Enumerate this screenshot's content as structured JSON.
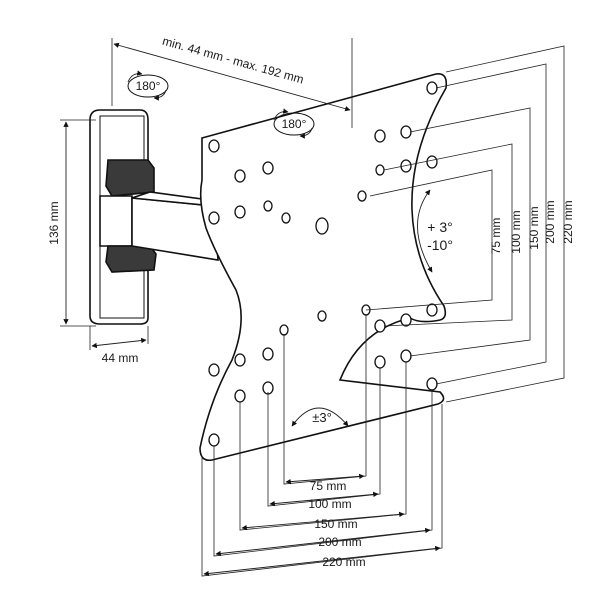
{
  "labels": {
    "arm_range": "min. 44 mm - max. 192 mm",
    "swivel_wall": "180°",
    "swivel_plate": "180°",
    "tilt": [
      "+ 3°",
      "-10°"
    ],
    "rotation": "±3°",
    "bracket_height": "136 mm",
    "bracket_width": "44 mm"
  },
  "vesa_vertical": [
    "75 mm",
    "100 mm",
    "150 mm",
    "200 mm",
    "220 mm"
  ],
  "vesa_horizontal": [
    "75 mm",
    "100 mm",
    "150 mm",
    "200 mm",
    "220 mm"
  ],
  "colors": {
    "line": "#111111",
    "background": "#ffffff"
  },
  "icons": [
    "rotate-arrow-icon",
    "tilt-arrow-icon",
    "rotation-arrow-icon"
  ]
}
